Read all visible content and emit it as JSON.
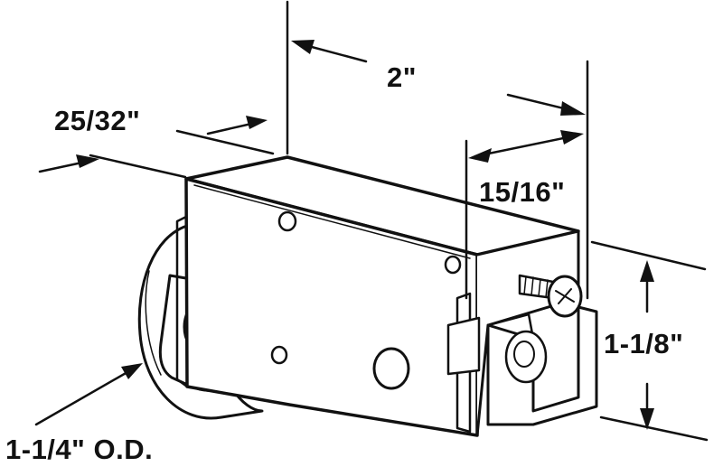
{
  "diagram": {
    "dimensions": {
      "width": "2\"",
      "depth": "25/32\"",
      "bracket_offset": "15/16\"",
      "height": "1-1/8\"",
      "wheel_diameter": "1-1/4\" O.D."
    }
  }
}
